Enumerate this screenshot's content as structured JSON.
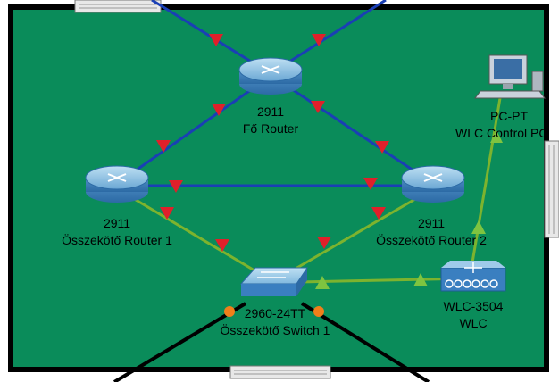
{
  "devices": {
    "fo_router": {
      "model": "2911",
      "name": "Fő Router"
    },
    "osszekoto_router_1": {
      "model": "2911",
      "name": "Összekötő Router 1"
    },
    "osszekoto_router_2": {
      "model": "2911",
      "name": "Összekötő Router 2"
    },
    "switch": {
      "model": "2960-24TT",
      "name": "Összekötő Switch 1"
    },
    "wlc": {
      "model": "WLC-3504",
      "name": "WLC"
    },
    "pc": {
      "model": "PC-PT",
      "name": "WLC Control PC"
    }
  },
  "colors": {
    "workspace_bg": "#0a8c5a",
    "border": "#000000",
    "serial_link": "#1a3fb5",
    "ethernet_link": "#7db32e",
    "link_down": "#e0202a",
    "link_up": "#7ec440",
    "link_pending": "#f07f1a",
    "device_blue": "#3a7fc0"
  },
  "link_status": {
    "down": "link-down-triangle",
    "up": "link-up-triangle",
    "pending": "link-pending-dot"
  }
}
